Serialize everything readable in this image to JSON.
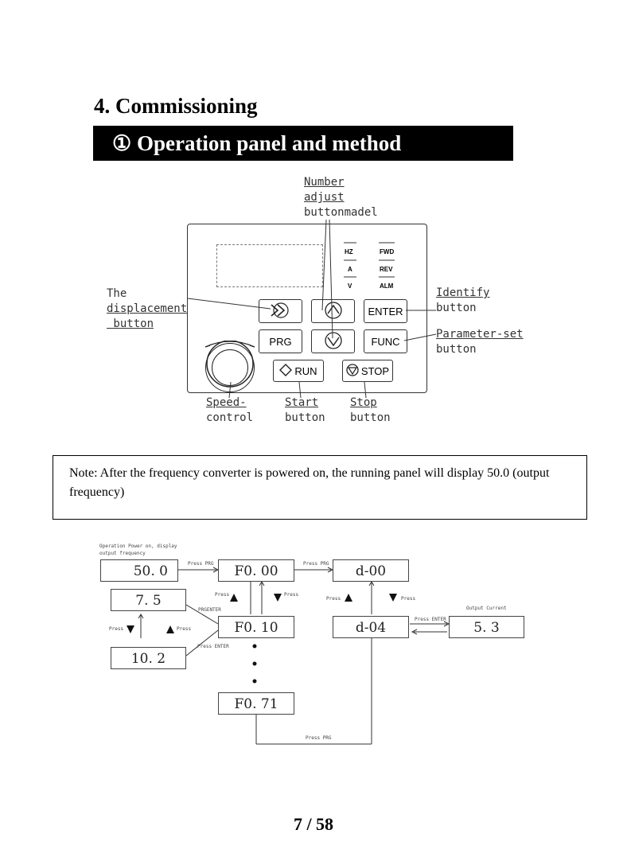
{
  "heading": "4. Commissioning",
  "section_banner": "① Operation panel and method",
  "panel": {
    "labels": {
      "number_adjust": [
        "Number",
        "adjust",
        "buttonmadel"
      ],
      "displacement": [
        "The",
        "displacement",
        " button"
      ],
      "identify": [
        "Identify",
        "button"
      ],
      "parameter_set": [
        "Parameter-set",
        "button"
      ],
      "speed_control": [
        "Speed-",
        "control"
      ],
      "start": [
        "Start",
        "button"
      ],
      "stop": [
        "Stop",
        "button"
      ]
    },
    "indicators": {
      "hz": "HZ",
      "a": "A",
      "v": "V",
      "fwd": "FWD",
      "rev": "REV",
      "alm": "ALM"
    },
    "buttons": {
      "enter": "ENTER",
      "prg": "PRG",
      "func": "FUNC",
      "run": "RUN",
      "stop": "STOP"
    }
  },
  "note": "Note: After the frequency converter is powered on, the running panel will display 50.0 (output frequency)",
  "flow": {
    "caption": [
      "Operation Power on, display",
      "output frequency"
    ],
    "boxes": {
      "freq": "50. 0",
      "f000": "F0. 00",
      "d00": "d-00",
      "v75": "7. 5",
      "f010": "F0. 10",
      "d04": "d-04",
      "current": "5. 3",
      "v102": "10. 2",
      "f071": "F0. 71"
    },
    "arrow_labels": {
      "press_prg_1": "Press PRG",
      "press_prg_2": "Press PRG",
      "press": "Press",
      "prgenter": "PRGENTER",
      "press_enter": "Press ENTER",
      "output_current": "Output Current",
      "press_prg_bottom": "Press PRG"
    }
  },
  "page_number": "7 / 58"
}
